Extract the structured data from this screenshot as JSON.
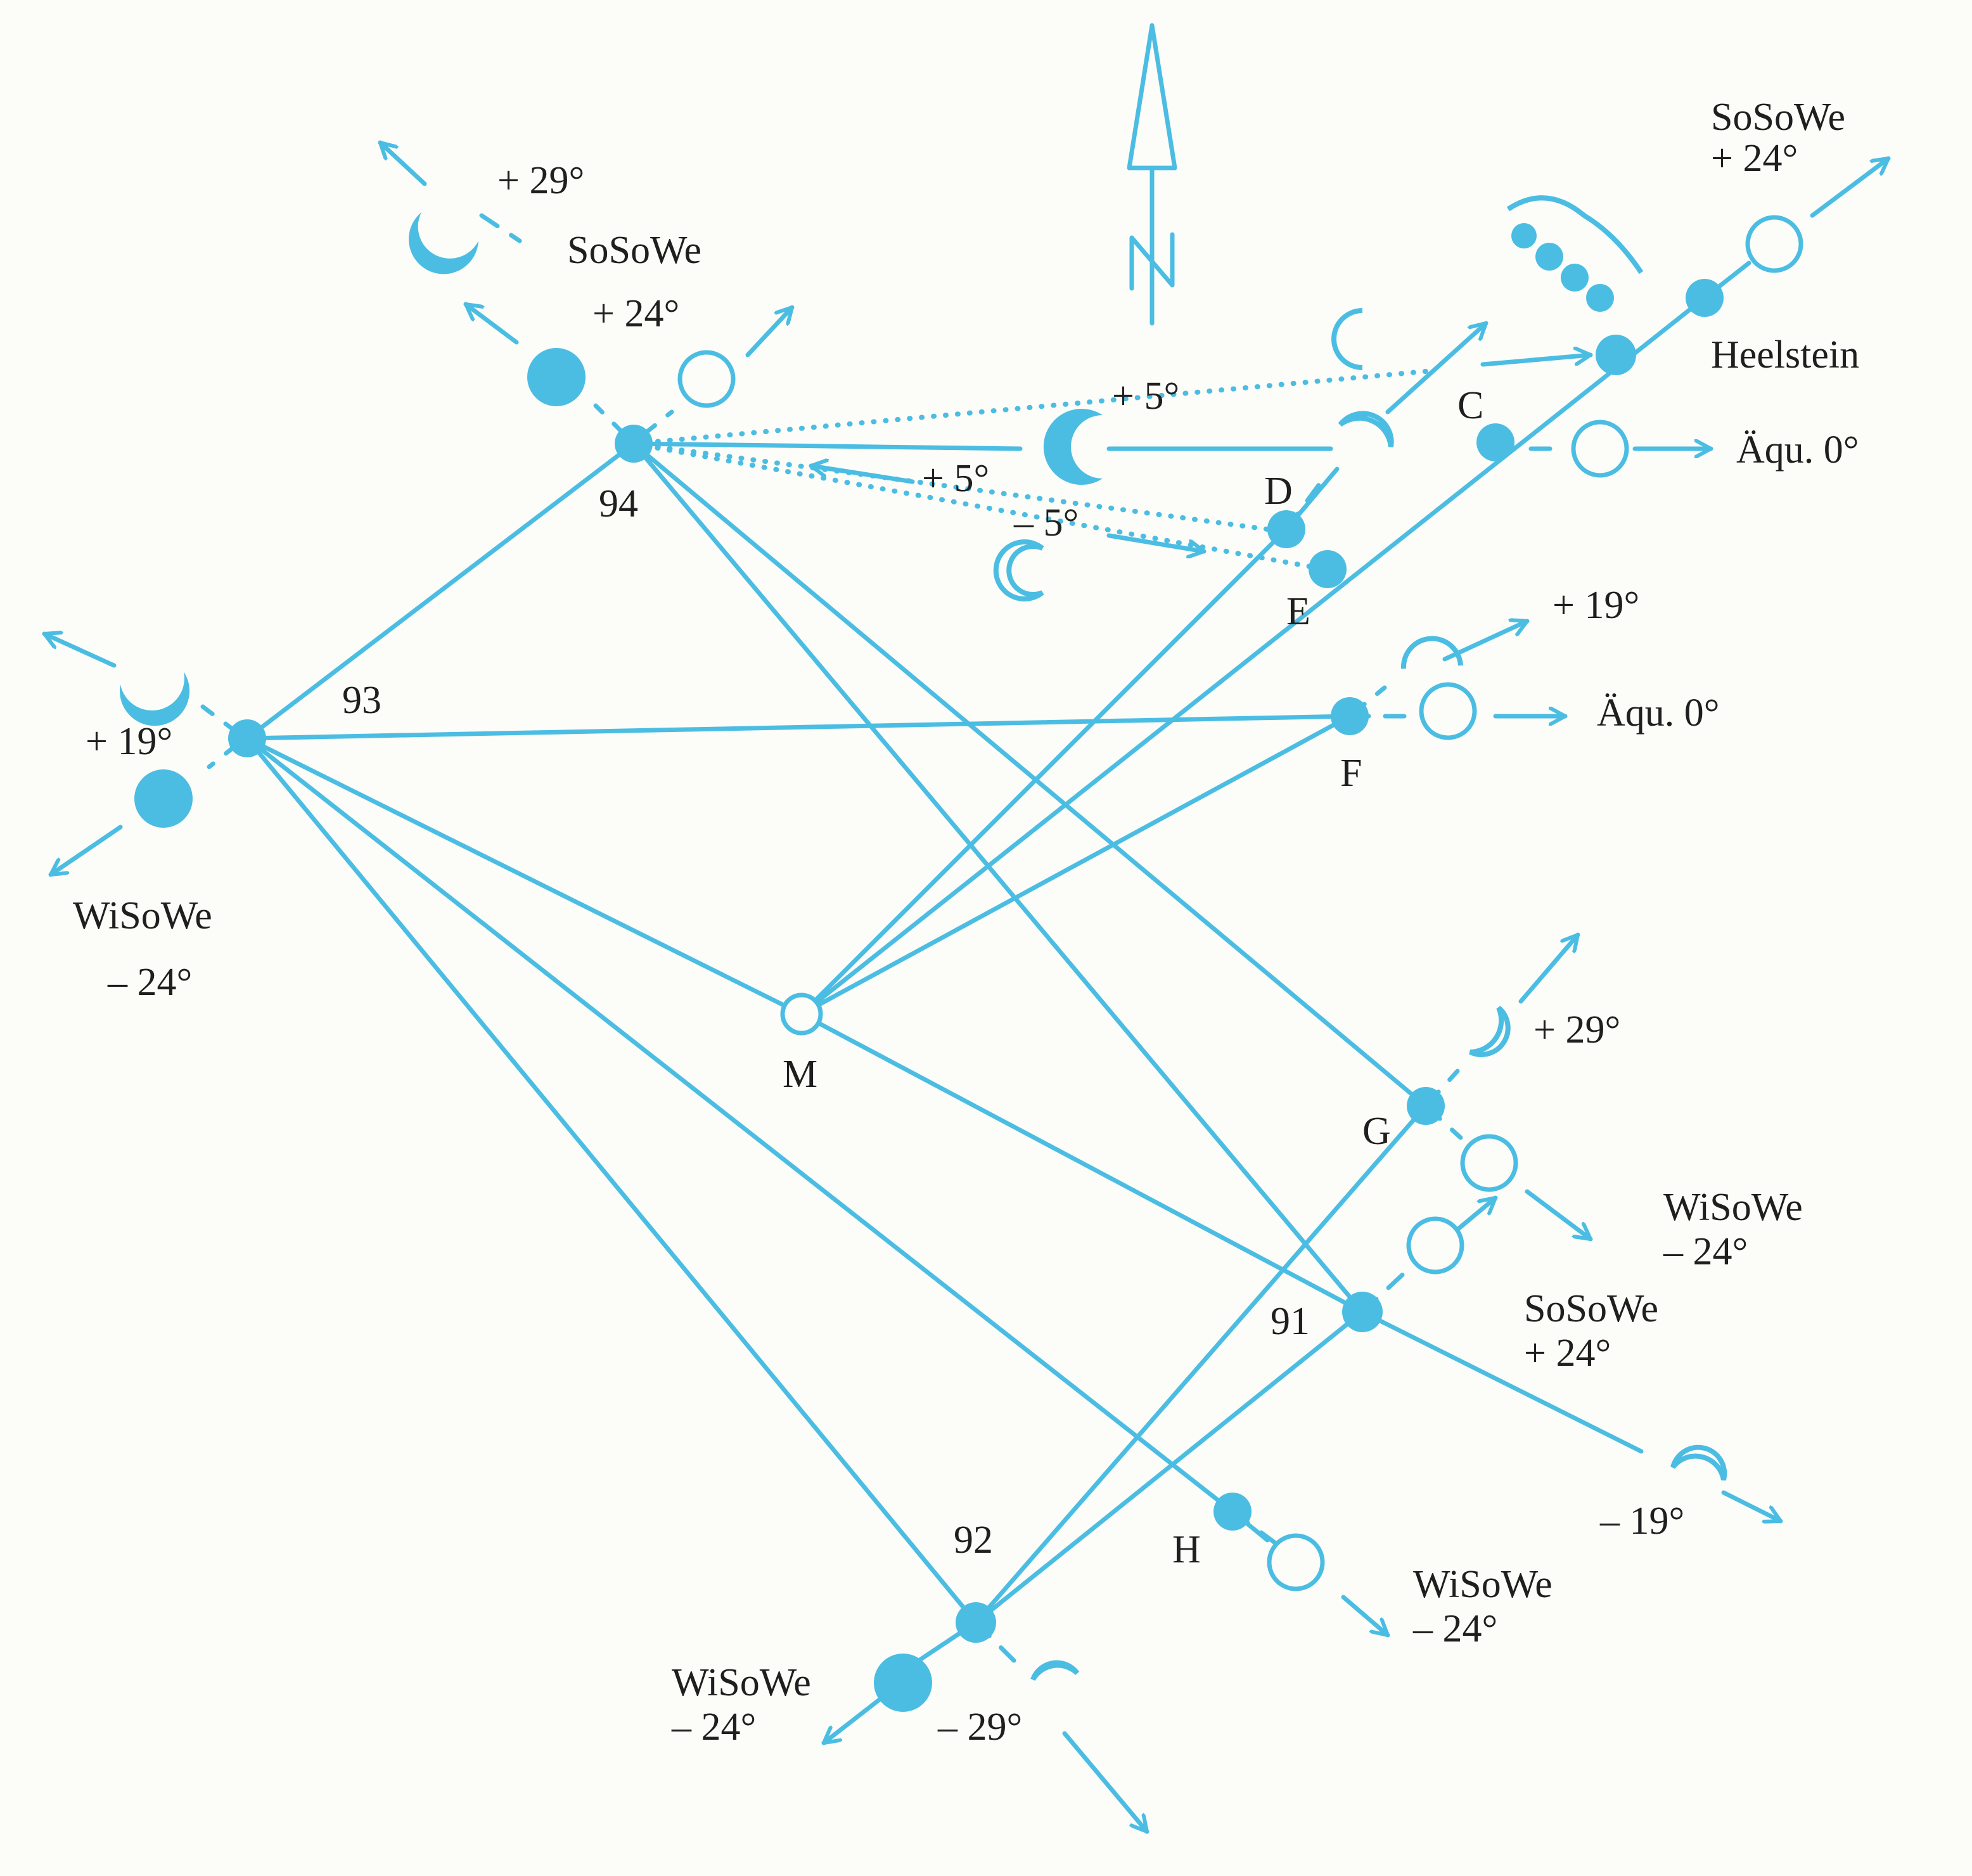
{
  "colors": {
    "line": "#4bbde3",
    "text": "#1f1f1f",
    "background": "#fcfcf8"
  },
  "compass": {
    "label": "N",
    "icon": "north-arrow-icon"
  },
  "stations": {
    "s91": {
      "label": "91"
    },
    "s92": {
      "label": "92"
    },
    "s93": {
      "label": "93"
    },
    "s94": {
      "label": "94"
    },
    "m": {
      "label": "M"
    }
  },
  "markers": {
    "c": {
      "label": "C"
    },
    "d": {
      "label": "D"
    },
    "e": {
      "label": "E"
    },
    "f": {
      "label": "F"
    },
    "g": {
      "label": "G"
    },
    "h": {
      "label": "H"
    },
    "heelstein": {
      "label": "Heelstein"
    }
  },
  "annotations": {
    "sosowe_top_right": {
      "name": "SoSoWe",
      "deg": "+ 24°"
    },
    "sosowe_94": {
      "name": "SoSoWe",
      "deg": "+ 24°"
    },
    "moon_94": {
      "deg": "+ 29°"
    },
    "equinox_upper": {
      "name": "Äqu. 0°"
    },
    "equinox_lower": {
      "name": "Äqu. 0°"
    },
    "moon_f": {
      "deg": "+ 19°"
    },
    "dotted_upper": {
      "deg": "+ 5°"
    },
    "dotted_middle": {
      "deg": "+ 5°"
    },
    "dotted_lower": {
      "deg": "– 5°"
    },
    "moon_93": {
      "deg": "+ 19°"
    },
    "wisowe_93": {
      "name": "WiSoWe",
      "deg": "– 24°"
    },
    "moon_g": {
      "deg": "+ 29°"
    },
    "wisowe_g": {
      "name": "WiSoWe",
      "deg": "– 24°"
    },
    "sosowe_91": {
      "name": "SoSoWe",
      "deg": "+ 24°"
    },
    "moon_91": {
      "deg": "– 19°"
    },
    "wisowe_h": {
      "name": "WiSoWe",
      "deg": "– 24°"
    },
    "wisowe_92": {
      "name": "WiSoWe",
      "deg": "– 24°"
    },
    "moon_92": {
      "deg": "– 29°"
    }
  }
}
